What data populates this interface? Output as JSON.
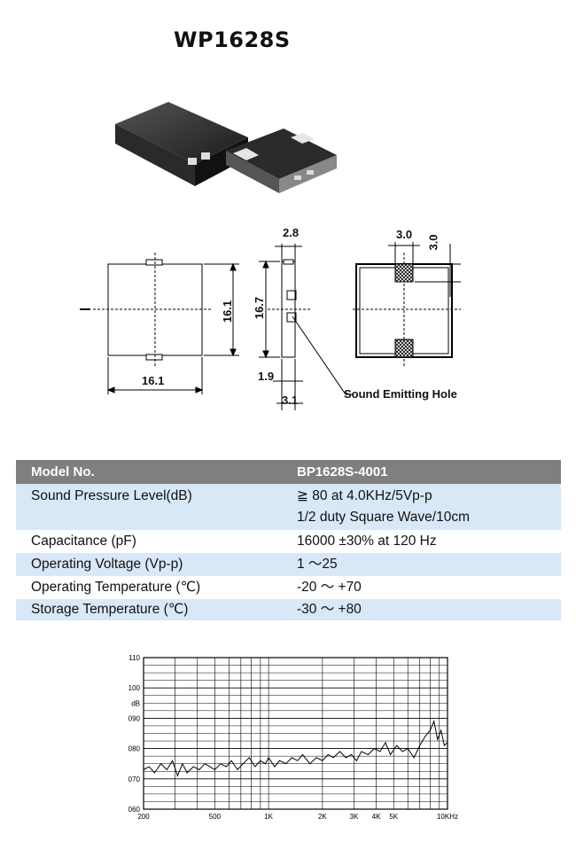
{
  "title": "WP1628S",
  "drawing": {
    "front_width": "16.1",
    "front_height": "16.1",
    "side_height": "16.7",
    "side_thickness": "2.8",
    "side_bottom": "1.9",
    "side_lead": "3.1",
    "pad_width": "3.0",
    "pad_height": "3.0",
    "hole_label": "Sound Emitting Hole"
  },
  "table": {
    "header": [
      "Model No.",
      "BP1628S-4001"
    ],
    "rows": [
      {
        "param": "Sound Pressure Level(dB)",
        "value_line1": "≧ 80 at 4.0KHz/5Vp-p",
        "value_line2": "1/2 duty Square Wave/10cm"
      },
      {
        "param": "Capacitance (pF)",
        "value_line1": "16000 ±30% at 120 Hz"
      },
      {
        "param": "Operating Voltage (Vp-p)",
        "value_line1": "1 ～25"
      },
      {
        "param": "Operating Temperature (℃)",
        "value_line1": "-20 ～ +70"
      },
      {
        "param": "Storage Temperature (℃)",
        "value_line1": "-30 ～ +80"
      }
    ]
  },
  "chart_data": {
    "type": "line",
    "title": "",
    "xlabel": "",
    "ylabel": "dB",
    "x_scale": "log",
    "xlim": [
      200,
      10000
    ],
    "ylim": [
      60,
      110
    ],
    "x_ticks": [
      {
        "value": 200,
        "label": "200"
      },
      {
        "value": 500,
        "label": "500"
      },
      {
        "value": 1000,
        "label": "1K"
      },
      {
        "value": 2000,
        "label": "2K"
      },
      {
        "value": 3000,
        "label": "3K"
      },
      {
        "value": 4000,
        "label": "4K"
      },
      {
        "value": 5000,
        "label": "5K"
      },
      {
        "value": 10000,
        "label": "10KHz"
      }
    ],
    "y_ticks": [
      {
        "value": 60,
        "label": "060"
      },
      {
        "value": 70,
        "label": "070"
      },
      {
        "value": 80,
        "label": "080"
      },
      {
        "value": 90,
        "label": "090"
      },
      {
        "value": 100,
        "label": "100"
      },
      {
        "value": 110,
        "label": "110"
      }
    ],
    "grid": true,
    "series": [
      {
        "x": [
          200,
          215,
          230,
          250,
          270,
          290,
          310,
          330,
          350,
          380,
          410,
          440,
          470,
          500,
          540,
          580,
          620,
          670,
          720,
          780,
          840,
          900,
          960,
          1000,
          1080,
          1150,
          1250,
          1350,
          1450,
          1550,
          1700,
          1850,
          2000,
          2150,
          2300,
          2500,
          2700,
          2900,
          3100,
          3300,
          3600,
          3900,
          4200,
          4500,
          4800,
          5200,
          5600,
          6000,
          6500,
          7000,
          7500,
          8000,
          8400,
          8800,
          9200,
          9600,
          10000
        ],
        "y": [
          73,
          74,
          72,
          75,
          73,
          76,
          71,
          75,
          72,
          74,
          73,
          75,
          74,
          73,
          75,
          74,
          76,
          73,
          75,
          77,
          74,
          76,
          75,
          77,
          74,
          76,
          75,
          77,
          76,
          78,
          75,
          77,
          76,
          78,
          77,
          79,
          77,
          78,
          76,
          79,
          78,
          80,
          79,
          82,
          78,
          81,
          79,
          80,
          77,
          81,
          84,
          86,
          89,
          83,
          86,
          81,
          82
        ]
      }
    ]
  }
}
